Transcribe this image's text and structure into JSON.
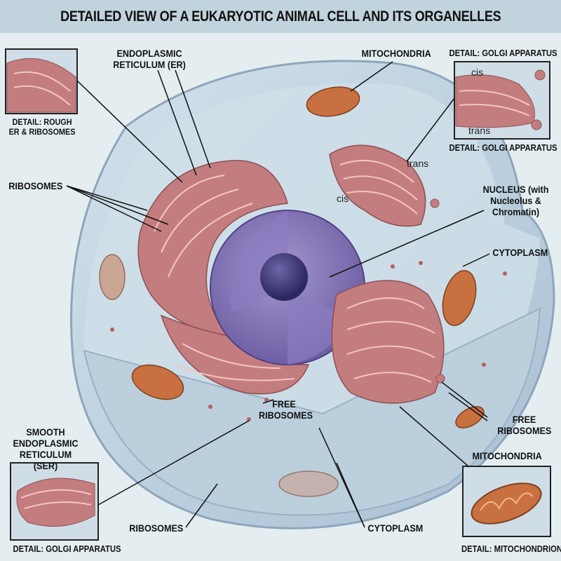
{
  "title": "DETAILED VIEW OF A EUKARYOTIC ANIMAL CELL AND ITS ORGANELLES",
  "colors": {
    "title_bar": "#c1d3dd",
    "background": "#e4eef1",
    "cell": "#b9cede",
    "nucleus": "#7d6fb0",
    "organelle": "#c47d7f",
    "mitochondria": "#c8703f"
  },
  "labels": {
    "er": "ENDOPLASMIC RETICULUM (ER)",
    "mitochondria_top": "MITOCHONDRIA",
    "golgi_detail_top": "DETAIL: GOLGI APPARATUS",
    "golgi_detail_bottom": "DETAIL: GOLGI APPARATUS",
    "golgi_inset_cis": "cis",
    "golgi_inset_trans": "trans",
    "rough_er_detail": "DETAIL: ROUGH ER & RIBOSOMES",
    "ribosomes_left": "RIBOSOMES",
    "golgi_trans": "trans",
    "golgi_cis": "cis",
    "nucleus": "NUCLEUS (with Nucleolus & Chromatin)",
    "cytoplasm_right": "CYTOPLASM",
    "free_ribosomes_center": "FREE RIBOSOMES",
    "free_ribosomes_right": "FREE RIBOSOMES",
    "ser": "SMOOTH ENDOPLASMIC RETICULUM (SER)",
    "ser_detail": "DETAIL: GOLGI APPARATUS",
    "mitochondria_bottom": "MITOCHONDRIA",
    "mitochondrion_detail": "DETAIL: MITOCHONDRION",
    "ribosomes_bottom": "RIBOSOMES",
    "cytoplasm_bottom": "CYTOPLASM"
  }
}
